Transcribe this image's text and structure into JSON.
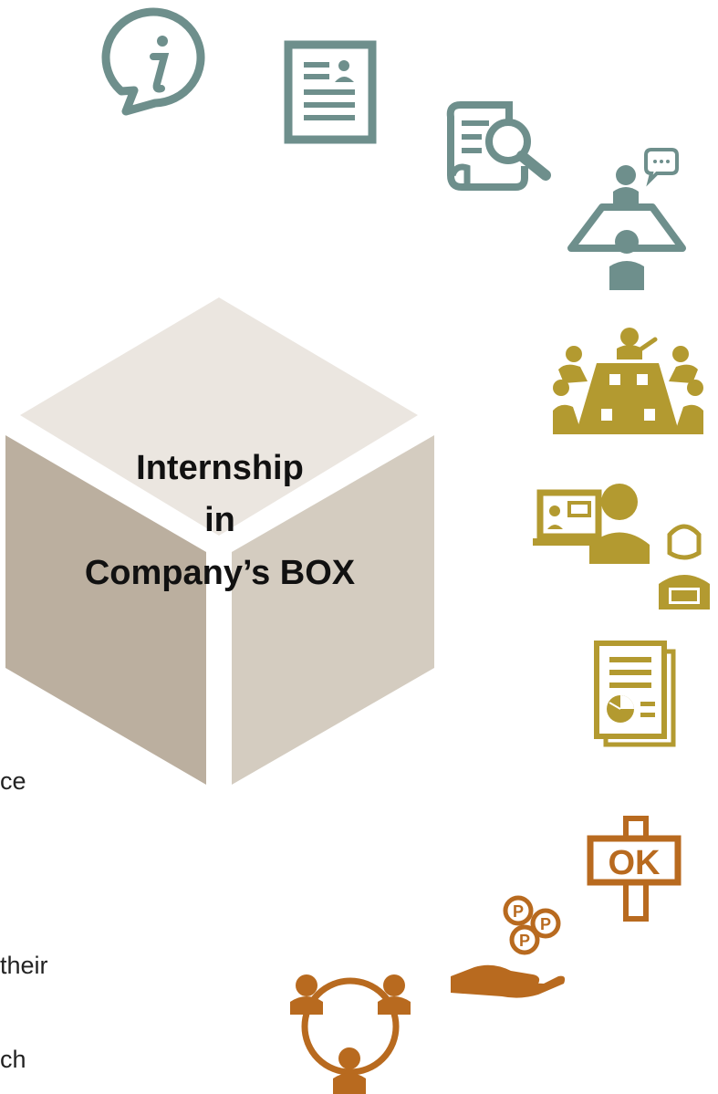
{
  "box": {
    "title_line1": "Internship",
    "title_line2": "in",
    "title_line3": "Company’s BOX"
  },
  "icons": [
    {
      "name": "info-bubble-icon",
      "color": "#6e8f8c"
    },
    {
      "name": "resume-icon",
      "color": "#6e8f8c"
    },
    {
      "name": "document-search-icon",
      "color": "#6e8f8c"
    },
    {
      "name": "interview-icon",
      "color": "#6e8f8c"
    },
    {
      "name": "meeting-table-icon",
      "color": "#b39a30"
    },
    {
      "name": "online-presentation-icon",
      "color": "#b39a30"
    },
    {
      "name": "report-document-icon",
      "color": "#b39a30"
    },
    {
      "name": "ok-sign-icon",
      "color": "#b86a1f"
    },
    {
      "name": "payment-points-icon",
      "color": "#b86a1f"
    },
    {
      "name": "people-network-icon",
      "color": "#b86a1f"
    }
  ],
  "left_text_fragments": [
    "ce",
    "their",
    "ch"
  ],
  "colors": {
    "teal": "#6e8f8c",
    "gold": "#b39a30",
    "orange": "#b86a1f",
    "box_top": "#ebe6e0",
    "box_left": "#bbaf9f",
    "box_right": "#d4ccc0"
  }
}
